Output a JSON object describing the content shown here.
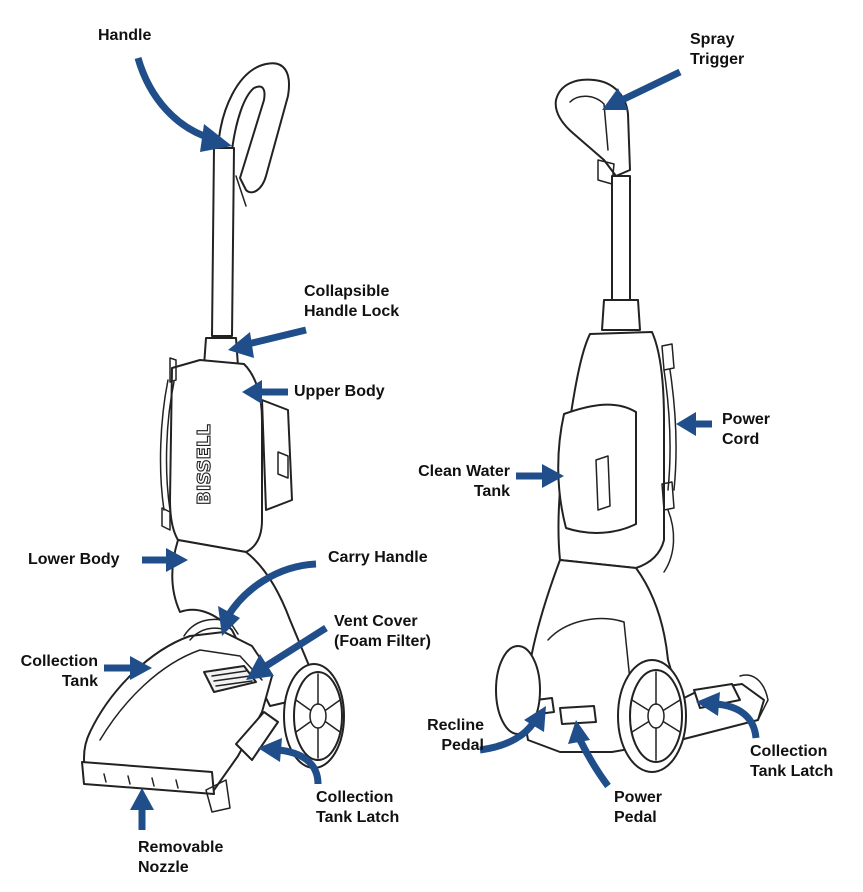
{
  "colors": {
    "arrow": "#1f4e8a",
    "ink": "#222222",
    "background": "#ffffff"
  },
  "brand": "BISSELL",
  "labels": {
    "handle": "Handle",
    "collapsible_handle_lock": [
      "Collapsible",
      "Handle Lock"
    ],
    "upper_body": "Upper Body",
    "lower_body": "Lower Body",
    "carry_handle": "Carry Handle",
    "vent_cover": [
      "Vent Cover",
      "(Foam Filter)"
    ],
    "collection_tank": [
      "Collection",
      "Tank"
    ],
    "collection_tank_latch_front": [
      "Collection",
      "Tank Latch"
    ],
    "removable_nozzle": [
      "Removable",
      "Nozzle"
    ],
    "spray_trigger": [
      "Spray",
      "Trigger"
    ],
    "power_cord": [
      "Power",
      "Cord"
    ],
    "clean_water_tank": [
      "Clean Water",
      "Tank"
    ],
    "recline_pedal": [
      "Recline",
      "Pedal"
    ],
    "power_pedal": [
      "Power",
      "Pedal"
    ],
    "collection_tank_latch_back": [
      "Collection",
      "Tank Latch"
    ]
  }
}
